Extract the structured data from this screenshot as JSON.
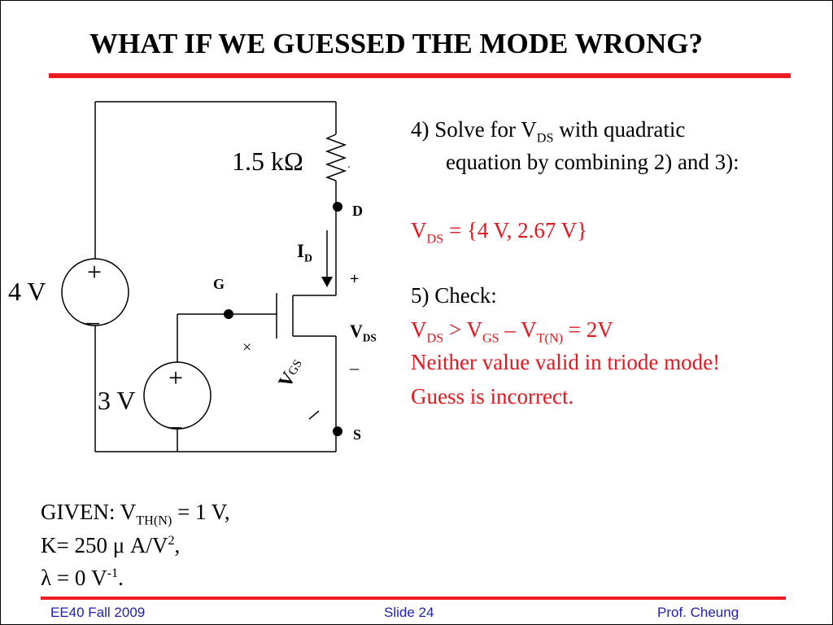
{
  "slide": {
    "title": "WHAT IF WE GUESSED THE MODE WRONG?"
  },
  "circuit": {
    "resistor_label": "1.5 kΩ",
    "supply_label": "4 V",
    "gate_source_label": "3 V",
    "plus_sign": "+",
    "minus_sign": "–",
    "node_d": "D",
    "node_g": "G",
    "node_s": "S",
    "id_main": "I",
    "id_sub": "D",
    "vds_main": "V",
    "vds_sub": "DS",
    "vds_plus": "+",
    "vds_minus": "–",
    "vgs_main": "V",
    "vgs_sub": "GS",
    "vgs_plus": "×",
    "vgs_minus": "–"
  },
  "steps": {
    "s4_line1_pre": "4)  Solve for V",
    "s4_line1_sub": "DS",
    "s4_line1_post": " with quadratic",
    "s4_line2": "equation by combining 2) and 3):",
    "result_main": "V",
    "result_sub": "DS",
    "result_post": " = {4 V, 2.67 V}",
    "s5_line": "5) Check:",
    "check_v1": "V",
    "check_sub1": "DS",
    "check_mid": " > V",
    "check_sub2": "GS",
    "check_mid2": " – V",
    "check_sub3": "T(N)",
    "check_post": " = 2V",
    "conclusion1": "Neither value valid in triode mode!",
    "conclusion2": "Guess is incorrect."
  },
  "given": {
    "l1_pre": "GIVEN: V",
    "l1_sub": "TH(N)",
    "l1_post": " = 1 V,",
    "l2_pre": "K= 250 μ A/V",
    "l2_sup": "2",
    "l2_post": ",",
    "l3_pre": "λ = 0 V",
    "l3_sup": "-1",
    "l3_post": "."
  },
  "footer": {
    "course": "EE40 Fall 2009",
    "slide_number": "Slide 24",
    "author": "Prof. Cheung"
  },
  "colors": {
    "accent_red": "#ee1c24",
    "text_red": "#e5171f",
    "footer_blue": "#1f1fb4"
  }
}
